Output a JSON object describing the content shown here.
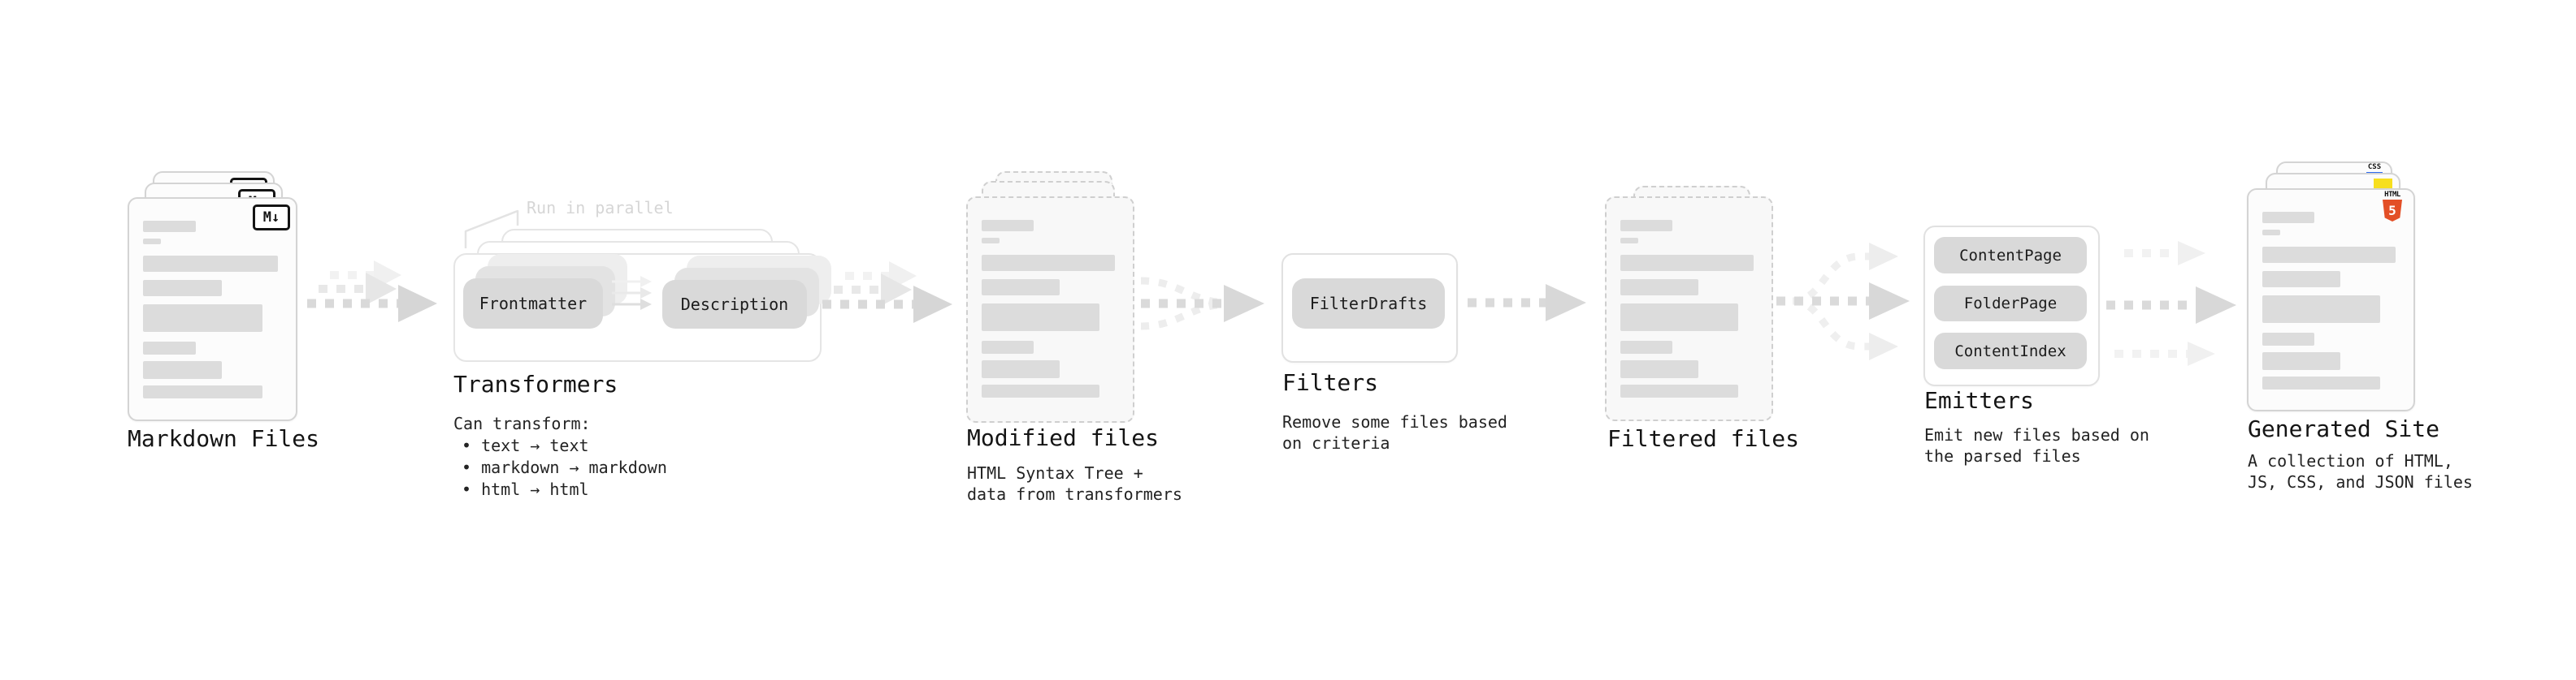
{
  "stages": {
    "markdown": {
      "title": "Markdown Files",
      "badge": "M↓"
    },
    "transformers": {
      "title": "Transformers",
      "annotation": "Run in parallel",
      "node1": "Frontmatter",
      "node2": "Description",
      "desc": "Can transform:",
      "bullet1": "• text → text",
      "bullet2": "• markdown → markdown",
      "bullet3": "• html → html"
    },
    "modified": {
      "title": "Modified files",
      "desc1": "HTML Syntax Tree +",
      "desc2": "data from transformers"
    },
    "filters": {
      "title": "Filters",
      "node1": "FilterDrafts",
      "desc1": "Remove some files based",
      "desc2": "on criteria"
    },
    "filtered": {
      "title": "Filtered files"
    },
    "emitters": {
      "title": "Emitters",
      "node1": "ContentPage",
      "node2": "FolderPage",
      "node3": "ContentIndex",
      "desc1": "Emit new files based on",
      "desc2": "the parsed files"
    },
    "generated": {
      "title": "Generated Site",
      "desc1": "A collection of HTML,",
      "desc2": "JS, CSS, and JSON files",
      "badge_css": "CSS",
      "badge_html": "HTML",
      "badge_html_number": "5"
    }
  },
  "colors": {
    "html5_orange": "#e34f26",
    "js_yellow": "#f7df1e",
    "css_blue": "#2e6bf0",
    "node_fill": "#d9d9d9",
    "arrow_dark": "#d8d8d8",
    "arrow_light": "#f0f0f0",
    "annotation_gray": "#d6d6d6"
  }
}
